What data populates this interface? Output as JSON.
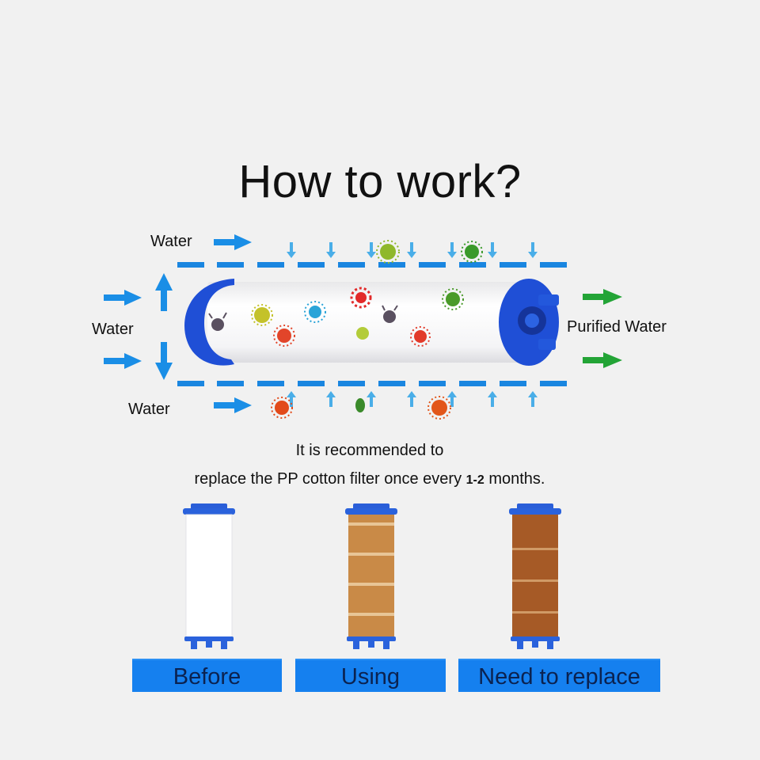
{
  "title": "How to work?",
  "diagram": {
    "inlet_labels": {
      "top": "Water",
      "left": "Water",
      "bottom": "Water"
    },
    "outlet_label": "Purified Water",
    "colors": {
      "flow_arrow": "#1a8ee6",
      "outlet_arrow": "#23a436",
      "cap": "#1f4fd6",
      "dash": "#1a86e0"
    }
  },
  "recommendation": {
    "line1": "It is recommended to",
    "line2_prefix": "replace the PP cotton filter once every",
    "interval": "1-2",
    "line2_suffix": "months."
  },
  "stages": [
    {
      "label": "Before",
      "filter_color": "#ffffff"
    },
    {
      "label": "Using",
      "filter_color": "#c98a47"
    },
    {
      "label": "Need to replace",
      "filter_color": "#a65a26"
    }
  ],
  "colors": {
    "background": "#f1f1f1",
    "stage_bar": "#1580ef",
    "stage_text": "#0b2250"
  }
}
